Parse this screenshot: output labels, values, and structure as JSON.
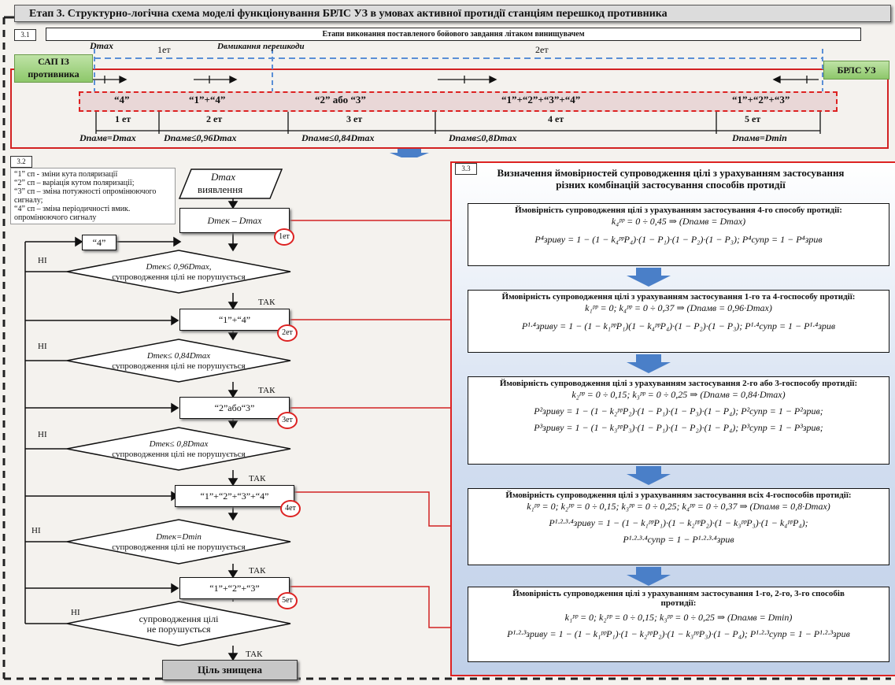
{
  "title": "Етап 3. Структурно-логічна схема моделі функціонування БРЛС УЗ в умовах активної протидії  станціям перешкод противника",
  "section_31": {
    "num": "3.1",
    "bar_text": "Етапи виконання поставленого бойового завдання літаком винищувачем",
    "dmax": "Dmax",
    "stage1_top": "1ет",
    "dvmyk": "Dвмикання перешкоди",
    "stage2_top": "2ет",
    "left_node": "САП ІЗ противника",
    "right_node": "БРЛС УЗ",
    "segments": [
      {
        "combo": "“4”",
        "stage": "1 ет",
        "dist": "Dпамв=Dmax"
      },
      {
        "combo": "“1”+“4”",
        "stage": "2 ет",
        "dist": "Dпамв≤0,96Dmax"
      },
      {
        "combo": "“2” або “3”",
        "stage": "3 ет",
        "dist": "Dпамв≤0,84Dmax"
      },
      {
        "combo": "“1”+“2”+“3”+“4”",
        "stage": "4 ет",
        "dist": "Dпамв≤0,8Dmax"
      },
      {
        "combo": "“1”+“2”+“3”",
        "stage": "5 ет",
        "dist": "Dпамв=Dmin"
      }
    ]
  },
  "section_32": {
    "num": "3.2",
    "legend": [
      "“1” сп - зміни кута поляризації",
      "“2” сп – варіація кутом поляризації;",
      "“3” сп – зміна потужності опромінюючого сигналу;",
      "“4” сп – зміна періодичності вмик. опромінюючого сигналу"
    ],
    "start_top": "Dmax",
    "start_bottom": "виявлення",
    "proc1": "Dтек – Dmax",
    "box4": "“4”",
    "cond1_a": "Dтек≤ 0,96Dmax,",
    "cond1_b": "супроводження цілі не порушується",
    "proc2": "“1”+“4”",
    "cond2_a": "Dтек≤ 0,84Dmax",
    "cond2_b": "супроводження цілі не порушується",
    "proc3": "“2”або“3”",
    "cond3_a": "Dтек≤ 0,8Dmax",
    "cond3_b": "супроводження цілі не порушується",
    "proc4": "“1”+“2”+“3”+“4”",
    "cond4_a": "Dтек=Dmin",
    "cond4_b": "супроводження цілі не порушується",
    "proc5": "“1”+“2”+“3”",
    "cond5_a": "супроводження цілі",
    "cond5_b": "не порушується",
    "end": "Ціль знищена",
    "yes": "ТАК",
    "no": "НІ",
    "stages": [
      "1ет",
      "2ет",
      "3ет",
      "4ет",
      "5ет"
    ]
  },
  "section_33": {
    "num": "3.3",
    "header": "Визначення ймовірностей супроводження цілі з урахуванням застосування різних комбінацій застосування способів протидії",
    "boxes": [
      {
        "title": "Ймовірність супроводження цілі з урахуванням застосування 4-го способу протидії:",
        "lines": [
          "k₄ᵖᵖ = 0 ÷ 0,45 ⇒ (Dпамв = Dmax)",
          "P⁴зриву = 1 − (1 − k₄ᵖᵖP₄)·(1 − P₁)·(1 − P₂)·(1 − P₃);   P⁴супр = 1 − P⁴зрив"
        ]
      },
      {
        "title": "Ймовірність супроводження цілі з урахуванням застосування 1-го та 4-госпособу протидії:",
        "lines": [
          "k₁ᵖᵖ = 0; k₄ᵖᵖ = 0 ÷ 0,37 ⇒ (Dпамв = 0,96·Dmax)",
          "P¹·⁴зриву = 1 − (1 − k₁ᵖᵖP₁)(1 − k₄ᵖᵖP₄)·(1 − P₂)·(1 − P₃);   P¹·⁴супр = 1 − P¹·⁴зрив"
        ]
      },
      {
        "title": "Ймовірність супроводження цілі з урахуванням застосування 2-го або 3-госпособу протидії:",
        "lines": [
          "k₂ᵖᵖ = 0 ÷ 0,15; k₃ᵖᵖ = 0 ÷ 0,25 ⇒ (Dпамв = 0,84·Dmax)",
          "P²зриву = 1 − (1 − k₂ᵖᵖP₂)·(1 − P₁)·(1 − P₃)·(1 − P₄);   P²супр = 1 − P²зрив;",
          "P³зриву = 1 − (1 − k₃ᵖᵖP₃)·(1 − P₁)·(1 − P₂)·(1 − P₄);   P³супр = 1 − P³зрив;"
        ]
      },
      {
        "title": "Ймовірність супроводження цілі з урахуванням застосування всіх 4-госпособів протидії:",
        "lines": [
          "k₁ᵖᵖ = 0; k₂ᵖᵖ = 0 ÷ 0,15; k₃ᵖᵖ = 0 ÷ 0,25; k₄ᵖᵖ = 0 ÷ 0,37 ⇒ (Dпамв = 0,8·Dmax)",
          "P¹·²·³·⁴зриву = 1 − (1 − k₁ᵖᵖP₁)·(1 − k₂ᵖᵖP₂)·(1 − k₃ᵖᵖP₃)·(1 − k₄ᵖᵖP₄);",
          "P¹·²·³·⁴супр = 1 − P¹·²·³·⁴зрив"
        ]
      },
      {
        "title": "Ймовірність супроводження цілі з урахуванням застосування 1-го, 2-го, 3-го способів протидії:",
        "lines": [
          "k₁ᵖᵖ = 0; k₂ᵖᵖ = 0 ÷ 0,15; k₃ᵖᵖ = 0 ÷ 0,25 ⇒ (Dпамв = Dmin)",
          "P¹·²·³зриву = 1 − (1 − k₁ᵖᵖP₁)·(1 − k₂ᵖᵖP₂)·(1 − k₃ᵖᵖP₃)·(1 − P₄);   P¹·²·³супр = 1 − P¹·²·³зрив"
        ]
      }
    ]
  },
  "colors": {
    "red": "#d22222",
    "green": "#9fd47c",
    "blue": "#5b8fd6",
    "arrow_blue": "#4a7fc8"
  }
}
